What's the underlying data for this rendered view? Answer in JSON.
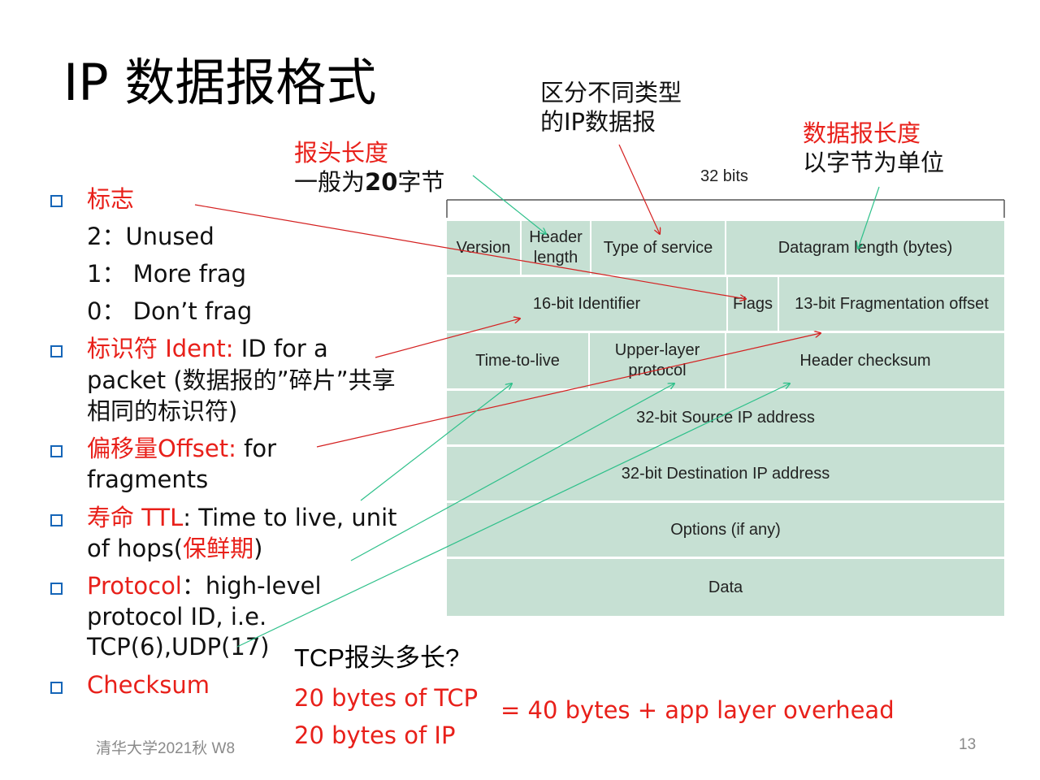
{
  "title": "IP 数据报格式",
  "annotations": {
    "tos": [
      "区分不同类型",
      "的IP数据报"
    ],
    "dgram_red": "数据报长度",
    "dgram_black": "以字节为单位",
    "hlen_red": "报头长度",
    "hlen_black_prefix": "一般为",
    "hlen_black_bold": "20",
    "hlen_black_suffix": "字节"
  },
  "diagram": {
    "bits_label": "32 bits",
    "cells": {
      "version": "Version",
      "header_length": "Header length",
      "type_of_service": "Type of service",
      "datagram_length": "Datagram length (bytes)",
      "identifier": "16-bit Identifier",
      "flags": "Flags",
      "frag_offset": "13-bit Fragmentation offset",
      "ttl": "Time-to-live",
      "upper_layer": "Upper-layer protocol",
      "header_checksum": "Header checksum",
      "source_ip": "32-bit Source IP address",
      "dest_ip": "32-bit Destination IP address",
      "options": "Options (if any)",
      "data": "Data"
    }
  },
  "bullets": {
    "flags": {
      "label": "标志",
      "sub": [
        "2：Unused",
        "1：  More frag",
        "0：  Don’t frag"
      ]
    },
    "ident": {
      "red": "标识符 Ident:",
      "line1": " ID for a",
      "line2": "packet (数据报的”碎片”共享",
      "line3": "相同的标识符)"
    },
    "offset": {
      "red": "偏移量Offset:",
      "line1": " for",
      "line2": "fragments"
    },
    "ttl": {
      "red": "寿命 TTL",
      "line1": ": Time to live, unit",
      "line2_prefix": "of hops(",
      "line2_red": "保鲜期",
      "line2_suffix": ")"
    },
    "protocol": {
      "red": "Protocol",
      "line1": "：high-level",
      "line2": "protocol ID, i.e.",
      "line3": "TCP(6),UDP(17)"
    },
    "checksum": {
      "red": "Checksum"
    }
  },
  "tcp_question": "TCP报头多长?",
  "tcp_bytes": "20 bytes of TCP",
  "ip_bytes": "20 bytes of IP",
  "total": "= 40 bytes + app layer overhead",
  "footer": {
    "left": "清华大学2021秋 W8",
    "page": "13"
  },
  "colors": {
    "red": "#e8201a",
    "cell_fill": "#c6e0d3",
    "bullet_blue": "#1565b8",
    "arrow_red": "#d42020",
    "arrow_green": "#2ec08a"
  }
}
